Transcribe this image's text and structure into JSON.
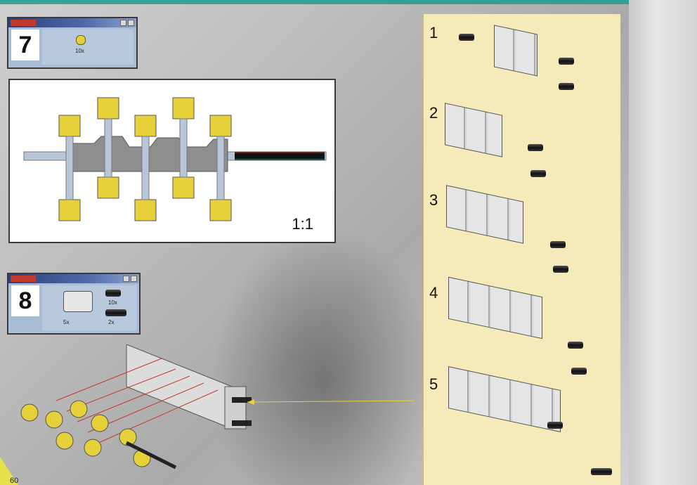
{
  "steps": [
    {
      "number": "7",
      "qty": "10x"
    },
    {
      "number": "8",
      "qty_a": "5x",
      "qty_b": "10x",
      "qty_c": "2x"
    }
  ],
  "scale": "1:1",
  "substeps": [
    "1",
    "2",
    "3",
    "4",
    "5"
  ],
  "page_number": "60",
  "colors": {
    "panel": "#f5eab9",
    "box": "#a9bdd6",
    "accent_arrow": "#c23b2a"
  }
}
